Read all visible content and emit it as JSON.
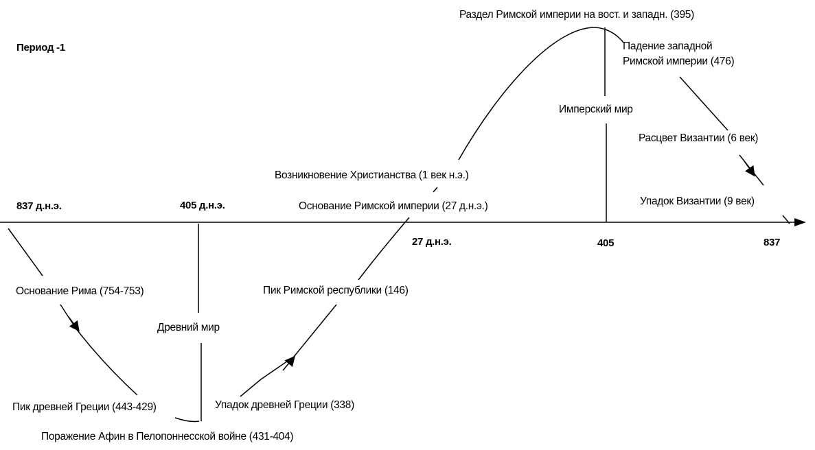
{
  "period_label": "Период -1",
  "axis_ticks": {
    "t1": "837 д.н.э.",
    "t2": "405 д.н.э.",
    "t3": "27 д.н.э.",
    "t4": "405",
    "t5": "837"
  },
  "eras": {
    "ancient": "Древний мир",
    "imperial": "Имперский мир"
  },
  "events": {
    "rome_founding": "Основание Рима (754-753)",
    "greece_peak": "Пик древней Греции (443-429)",
    "athens_defeat": "Поражение Афин в Пелопоннесской войне (431-404)",
    "greece_decline": "Упадок древней Греции (338)",
    "republic_peak": "Пик Римской республики (146)",
    "empire_founding": "Основание Римской империи (27 д.н.э.)",
    "christianity": "Возникновение Христианства (1 век н.э.)",
    "empire_split": "Раздел Римской империи на вост. и западн. (395)",
    "west_fall_1": "Падение западной",
    "west_fall_2": "Римской империи (476)",
    "byzantium_rise": "Расцвет Византии (6 век)",
    "byzantium_decline": "Упадок Византии (9 век)"
  }
}
